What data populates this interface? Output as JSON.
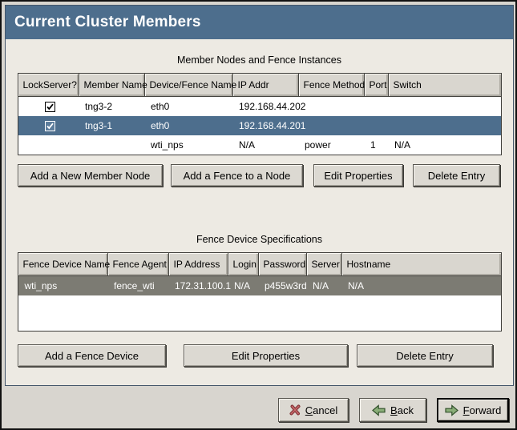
{
  "window": {
    "title": "Current Cluster Members"
  },
  "colors": {
    "titlebar_blue": "#4d6e8d",
    "selected_row_blue": "#4d6e8d",
    "selected_row_gray": "#7c7b73",
    "panel_background": "#edeae3",
    "cancel_red": "#b2595b",
    "arrow_green": "#8aae78"
  },
  "member_table": {
    "caption": "Member Nodes and Fence Instances",
    "columns": [
      "LockServer?",
      "Member Name",
      "Device/Fence Name",
      "IP Addr",
      "Fence Method",
      "Port",
      "Switch"
    ],
    "rows": [
      {
        "lockserver": true,
        "selected": false,
        "cells": [
          "",
          "tng3-2",
          "eth0",
          "192.168.44.202",
          "",
          "",
          ""
        ]
      },
      {
        "lockserver": true,
        "selected": true,
        "cells": [
          "",
          "tng3-1",
          "eth0",
          "192.168.44.201",
          "",
          "",
          ""
        ]
      },
      {
        "lockserver": null,
        "selected": false,
        "cells": [
          "",
          "",
          "wti_nps",
          "N/A",
          "power",
          "1",
          "N/A"
        ]
      }
    ],
    "buttons": [
      "Add a New Member Node",
      "Add a Fence to a Node",
      "Edit Properties",
      "Delete Entry"
    ]
  },
  "fence_table": {
    "caption": "Fence Device Specifications",
    "columns": [
      "Fence Device Name",
      "Fence Agent",
      "IP Address",
      "Login",
      "Password",
      "Server",
      "Hostname"
    ],
    "rows": [
      {
        "selected": true,
        "cells": [
          "wti_nps",
          "fence_wti",
          "172.31.100.1",
          "N/A",
          "p455w3rd",
          "N/A",
          "N/A"
        ]
      }
    ],
    "buttons": [
      "Add a Fence Device",
      "Edit Properties",
      "Delete Entry"
    ]
  },
  "footer": {
    "buttons": [
      {
        "label": "Cancel",
        "icon": "cancel-x-icon"
      },
      {
        "label": "Back",
        "icon": "arrow-left-icon"
      },
      {
        "label": "Forward",
        "icon": "arrow-right-icon"
      }
    ]
  }
}
